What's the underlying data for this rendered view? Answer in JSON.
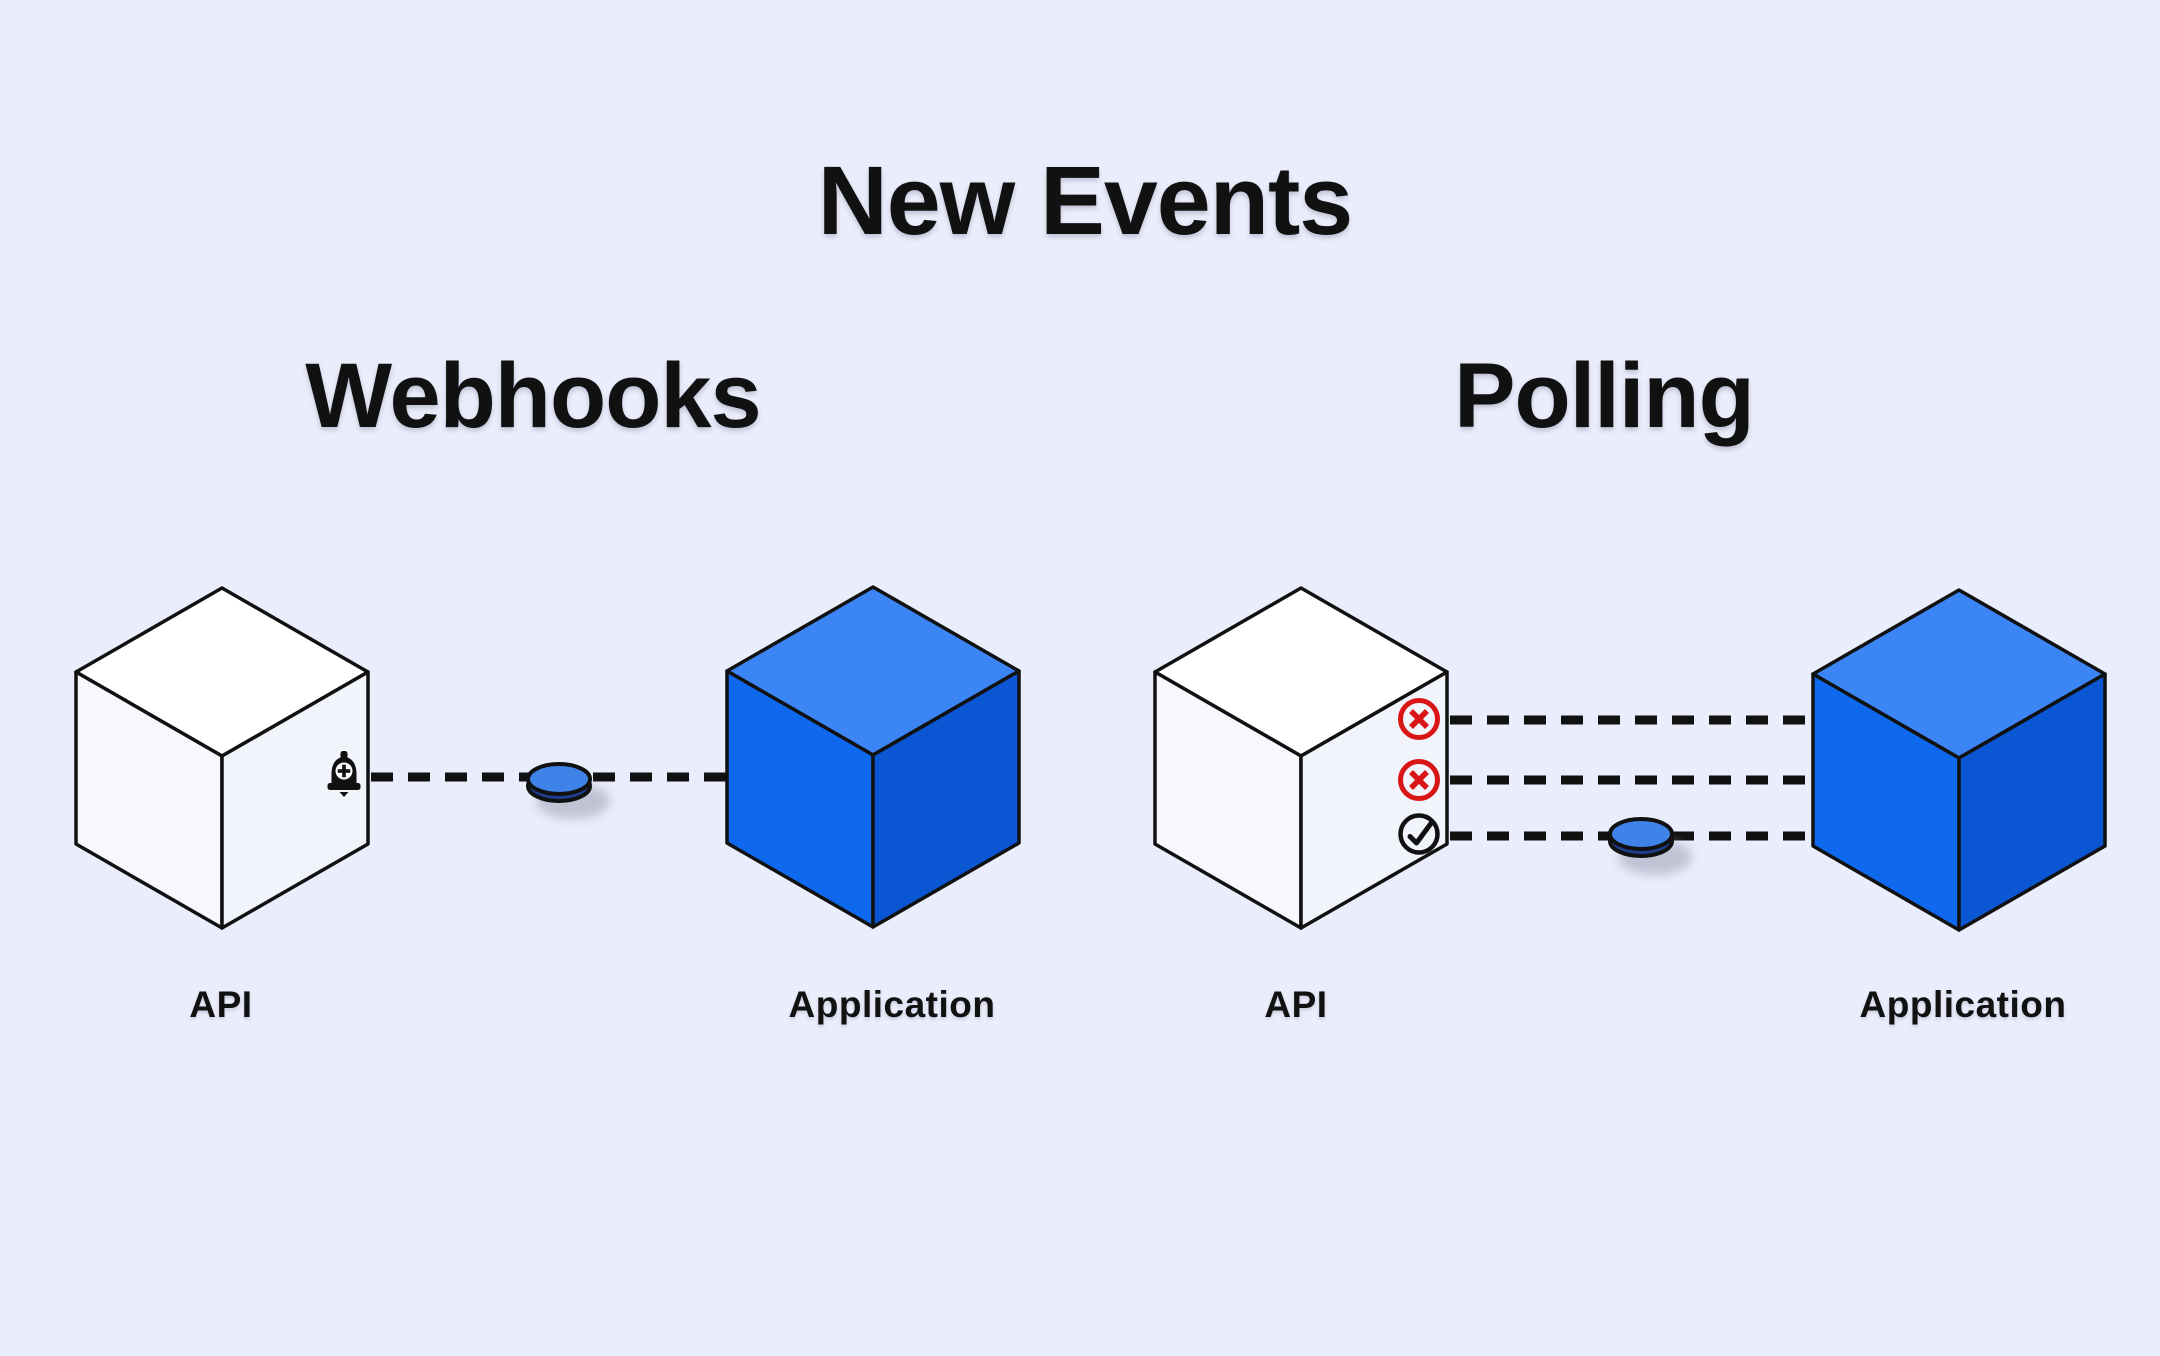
{
  "title": "New Events",
  "sections": [
    {
      "heading": "Webhooks",
      "source_label": "API",
      "target_label": "Application",
      "icons": [
        "bell-plus-icon",
        "event-packet"
      ],
      "connector": "single dashed line"
    },
    {
      "heading": "Polling",
      "source_label": "API",
      "target_label": "Application",
      "icons": [
        "cross-circle-icon",
        "cross-circle-icon",
        "check-circle-icon",
        "event-packet"
      ],
      "connector": "three dashed lines"
    }
  ],
  "colors": {
    "background": "#EAEDFB",
    "ink": "#111111",
    "white_cube_top": "#FFFFFF",
    "white_cube_left": "#F7F8FD",
    "white_cube_right": "#F2F4FB",
    "blue_cube_top": "#3B85F5",
    "blue_cube_left": "#0F69EF",
    "blue_cube_right": "#0B57D3",
    "packet_blue": "#3F82E8",
    "packet_rim": "#1E3F8F",
    "shadow_gray": "#9CA1B5",
    "error_red": "#DA1515"
  }
}
